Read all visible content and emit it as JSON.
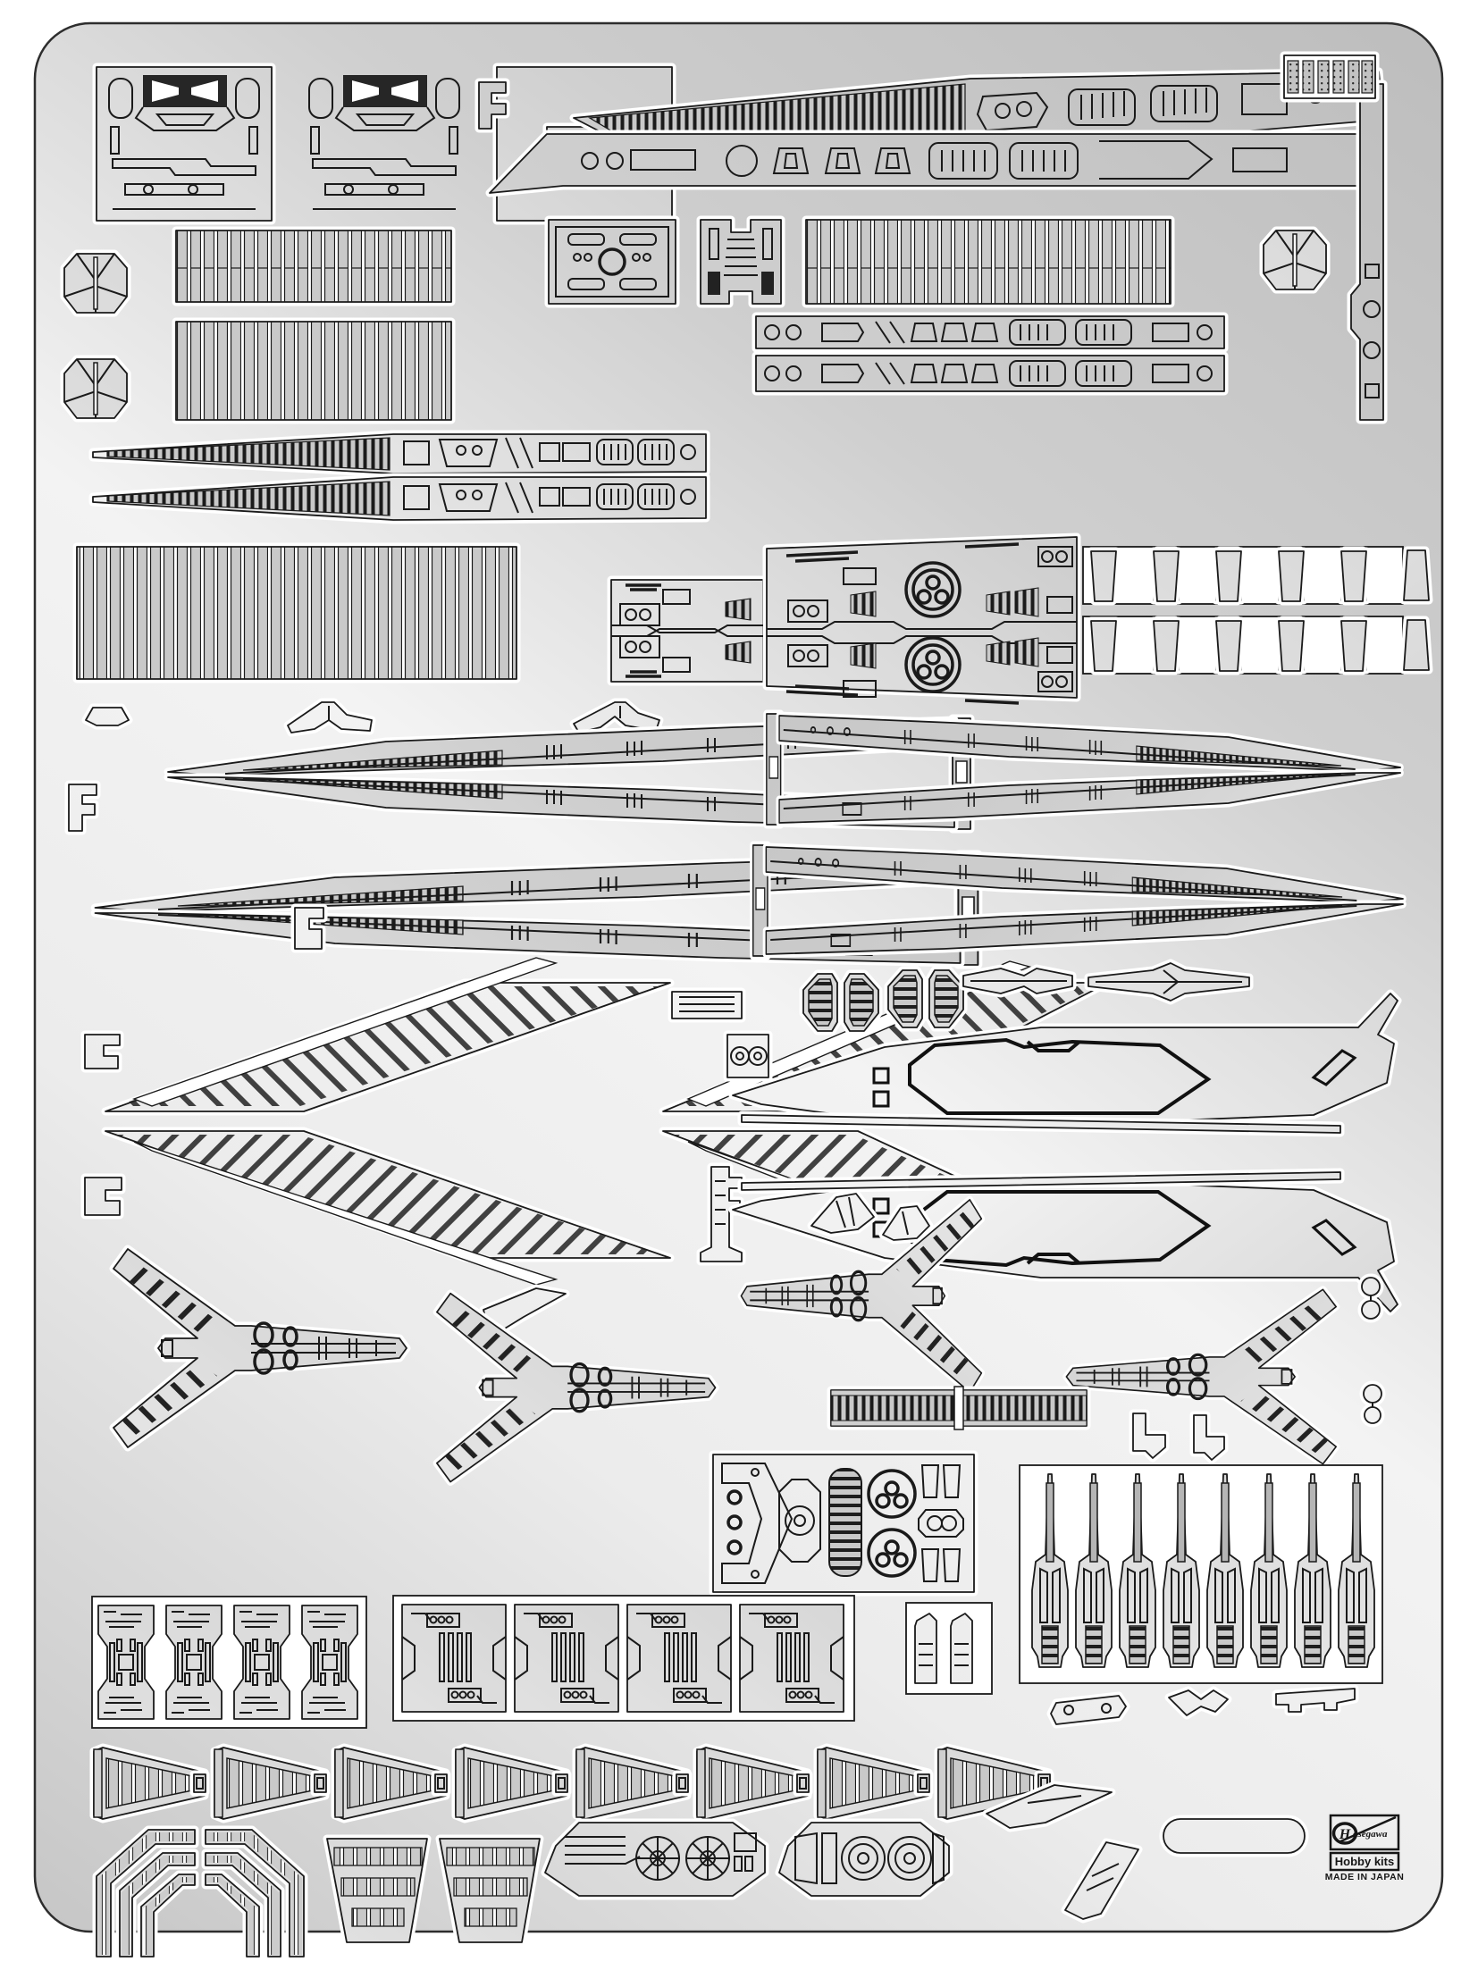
{
  "page": {
    "background": "#ffffff",
    "description": "Scan of a photo-etched metal detail-parts sheet for a plastic model kit"
  },
  "sheet": {
    "color_highlight": "#f2f2f2",
    "color_mid": "#c9c9c9",
    "color_dark": "#b2b2b2",
    "outline_color": "#1a1a1a",
    "cutout_color": "#ffffff"
  },
  "logo": {
    "brand_initial": "H",
    "brand_script": "asegawa",
    "hobby": "Hobby kits",
    "made": "MADE IN JAPAN"
  },
  "parts": [
    {
      "name": "detail-panel",
      "count": 2
    },
    {
      "name": "slat-comb-strip",
      "count": 3
    },
    {
      "name": "faceted-knob",
      "count": 3
    },
    {
      "name": "small-clip",
      "count": 8
    },
    {
      "name": "tapered-ribbed-strip",
      "count": 1
    },
    {
      "name": "angled-detail-strip",
      "count": 1
    },
    {
      "name": "plate-with-circle",
      "count": 1
    },
    {
      "name": "ladder-bracket",
      "count": 1
    },
    {
      "name": "wide-slat-comb",
      "count": 2
    },
    {
      "name": "edge-strip",
      "count": 1
    },
    {
      "name": "textured-tab-comb",
      "count": 1
    },
    {
      "name": "detail-strip",
      "count": 2
    },
    {
      "name": "spear-strip",
      "count": 2
    },
    {
      "name": "deck-plate",
      "count": 1
    },
    {
      "name": "trapezoid-ladder-row",
      "count": 2
    },
    {
      "name": "bird-fairing",
      "count": 2
    },
    {
      "name": "hull-side-assembly",
      "count": 4
    },
    {
      "name": "hatched-chevron-deck",
      "count": 4
    },
    {
      "name": "striped-hex-pair",
      "count": 2
    },
    {
      "name": "antenna-bracket",
      "count": 2
    },
    {
      "name": "square-twin-circles",
      "count": 1
    },
    {
      "name": "wing-outline-panel",
      "count": 2
    },
    {
      "name": "roof-cap",
      "count": 2
    },
    {
      "name": "x-shaped-wing",
      "count": 4
    },
    {
      "name": "ribbed-intake",
      "count": 1
    },
    {
      "name": "hook-clip",
      "count": 2
    },
    {
      "name": "spring-clip",
      "count": 2
    },
    {
      "name": "etched-equipment-panel",
      "count": 1
    },
    {
      "name": "hourglass-panel",
      "count": 4
    },
    {
      "name": "rectangular-panel",
      "count": 4
    },
    {
      "name": "twin-canister",
      "count": 1
    },
    {
      "name": "missile",
      "count": 8
    },
    {
      "name": "funnel-taper",
      "count": 8
    },
    {
      "name": "corner-rail",
      "count": 2
    },
    {
      "name": "trapezoid-rail",
      "count": 2
    },
    {
      "name": "turbine-panel",
      "count": 2
    },
    {
      "name": "dart-part",
      "count": 2
    },
    {
      "name": "stadium-slot",
      "count": 1
    }
  ]
}
